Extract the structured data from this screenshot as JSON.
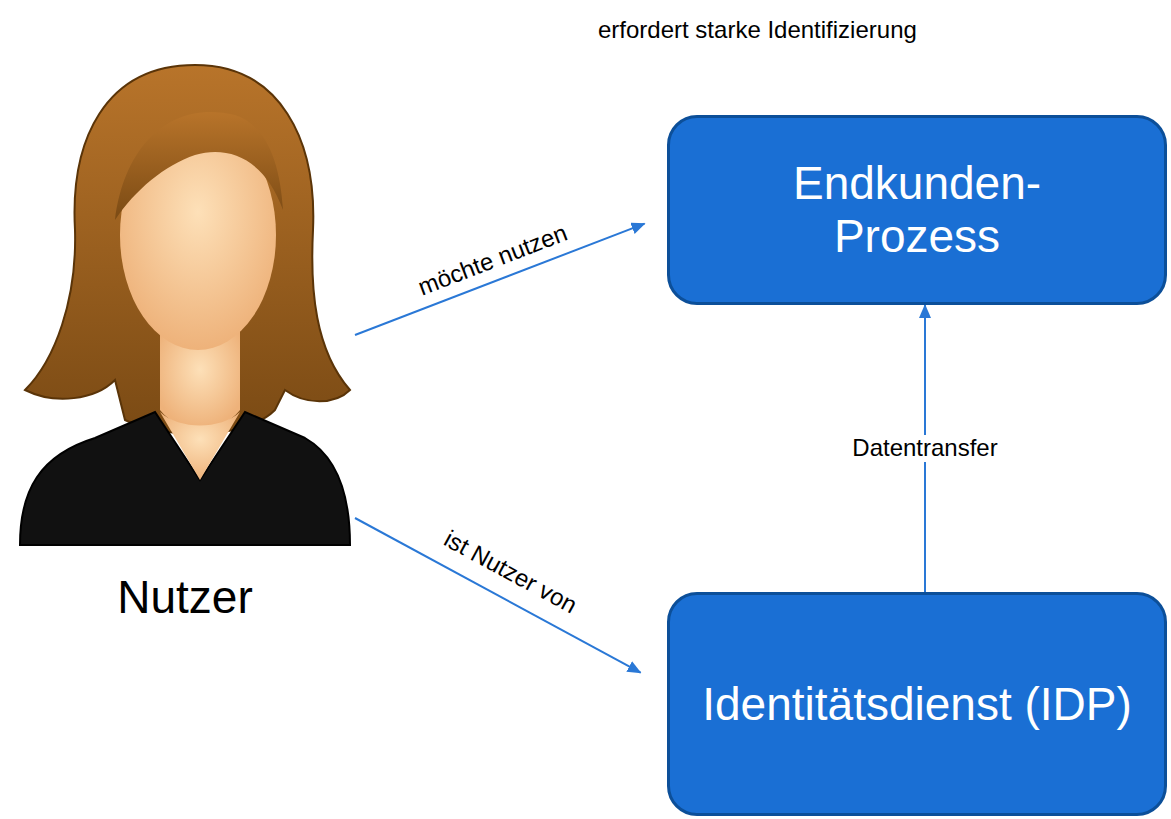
{
  "diagram": {
    "nodes": [
      {
        "text": [
          "Nutzer"
        ]
      },
      {
        "text": [
          "Endkunden- Prozess"
        ]
      },
      {
        "text": [
          "Identitätsdienst (IDP)"
        ]
      }
    ],
    "edges": [
      {
        "from": 0,
        "to": 1,
        "label": "möchte nutzen",
        "arrow": "to"
      },
      {
        "from": 0,
        "to": 2,
        "label": "ist Nutzer von",
        "arrow": "to"
      },
      {
        "from": 2,
        "to": 1,
        "label": "Datentransfer",
        "arrow": "to"
      }
    ],
    "labels": [
      "erfordert starke Identifizierung"
    ]
  }
}
